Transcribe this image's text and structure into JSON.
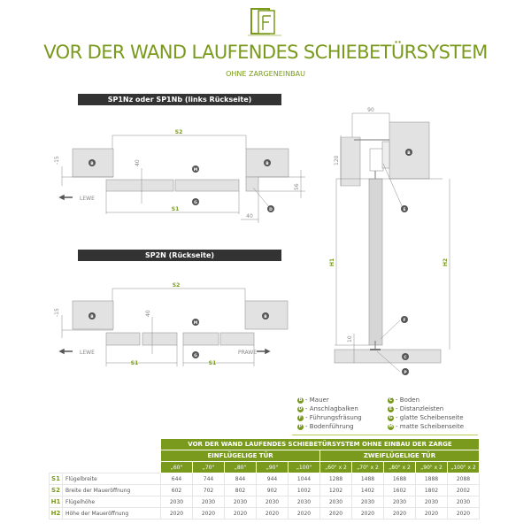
{
  "header": {
    "title": "VOR DER WAND LAUFENDES SCHIEBETÜRSYSTEM",
    "subtitle": "OHNE ZARGENEINBAU",
    "logo_letter": "F"
  },
  "diagram1": {
    "heading": "SP1Nz oder SP1Nb (links Rückseite)",
    "s2": "S2",
    "s1": "S1",
    "dim_15": "-15",
    "dim_40v": "40",
    "dim_56": "56",
    "dim_40h": "40",
    "direction": "LEWE",
    "marks": {
      "b": "B",
      "m": "M",
      "g": "G",
      "d": "D"
    }
  },
  "diagram2": {
    "heading": "SP2N (Rückseite)",
    "s2": "S2",
    "s1": "S1",
    "dim_15": "-15",
    "dim_40v": "40",
    "left": "LEWE",
    "right": "PRAWE",
    "marks": {
      "b": "B",
      "m": "M",
      "g": "G"
    }
  },
  "diagram3": {
    "dim_90": "90",
    "dim_120": "120",
    "dim_10": "10",
    "h1": "H1",
    "h2": "H2",
    "marks": {
      "b": "B",
      "e": "E",
      "f": "F",
      "c": "C",
      "p": "P"
    }
  },
  "legend": [
    {
      "key": "B",
      "text": "Mauer"
    },
    {
      "key": "D",
      "text": "Anschlagbalken"
    },
    {
      "key": "F",
      "text": "Führungsfräsung"
    },
    {
      "key": "P",
      "text": "Bodenführung"
    },
    {
      "key": "C",
      "text": "Boden"
    },
    {
      "key": "E",
      "text": "Distanzleisten"
    },
    {
      "key": "G",
      "text": "glatte Scheibenseite"
    },
    {
      "key": "M",
      "text": "matte Scheibenseite"
    }
  ],
  "table": {
    "title": "VOR DER WAND LAUFENDES SCHIEBETÜRSYSTEM OHNE EINBAU DER ZARGE",
    "group1": "EINFLÜGELIGE TÜR",
    "group2": "ZWEIFLÜGELIGE TÜR",
    "columns": [
      "„60\"",
      "„70\"",
      "„80\"",
      "„90\"",
      "„100\"",
      "„60\" x 2",
      "„70\" x 2",
      "„80\" x 2",
      "„90\" x 2",
      "„100\" x 2"
    ],
    "rows": [
      {
        "code": "S1",
        "label": "Flügelbreite",
        "values": [
          "644",
          "744",
          "844",
          "944",
          "1044",
          "1288",
          "1488",
          "1688",
          "1888",
          "2088"
        ]
      },
      {
        "code": "S2",
        "label": "Breite der Maueröffnung",
        "values": [
          "602",
          "702",
          "802",
          "902",
          "1002",
          "1202",
          "1402",
          "1602",
          "1802",
          "2002"
        ]
      },
      {
        "code": "H1",
        "label": "Flügelhöhe",
        "values": [
          "2030",
          "2030",
          "2030",
          "2030",
          "2030",
          "2030",
          "2030",
          "2030",
          "2030",
          "2030"
        ]
      },
      {
        "code": "H2",
        "label": "Höhe der Maueröffnung",
        "values": [
          "2020",
          "2020",
          "2020",
          "2020",
          "2020",
          "2020",
          "2020",
          "2020",
          "2020",
          "2020"
        ]
      }
    ]
  },
  "colors": {
    "accent": "#7a9a1e",
    "bar": "#333333",
    "wall": "#e2e2e2"
  }
}
